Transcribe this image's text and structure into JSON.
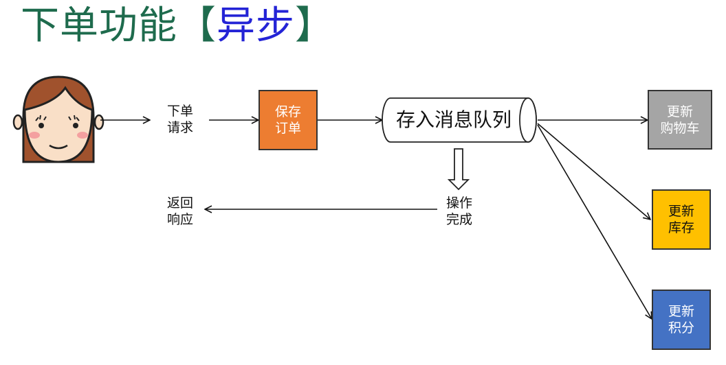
{
  "title": {
    "main": "下单功能【",
    "highlight": "异步",
    "close": "】"
  },
  "labels": {
    "request": [
      "下单",
      "请求"
    ],
    "response": [
      "返回",
      "响应"
    ],
    "done": [
      "操作",
      "完成"
    ]
  },
  "boxes": {
    "save_order": {
      "lines": [
        "保存",
        "订单"
      ],
      "color": "#ed7d31"
    },
    "queue": {
      "label": "存入消息队列"
    },
    "update_cart": {
      "lines": [
        "更新",
        "购物车"
      ],
      "color": "#a5a5a5"
    },
    "update_stock": {
      "lines": [
        "更新",
        "库存"
      ],
      "color": "#ffc000"
    },
    "update_points": {
      "lines": [
        "更新",
        "积分"
      ],
      "color": "#4472c4"
    }
  },
  "colors": {
    "title": "#1e6b4d",
    "highlight": "#2424d6",
    "face_hair": "#a0522d",
    "face_skin": "#f9dfc7"
  }
}
